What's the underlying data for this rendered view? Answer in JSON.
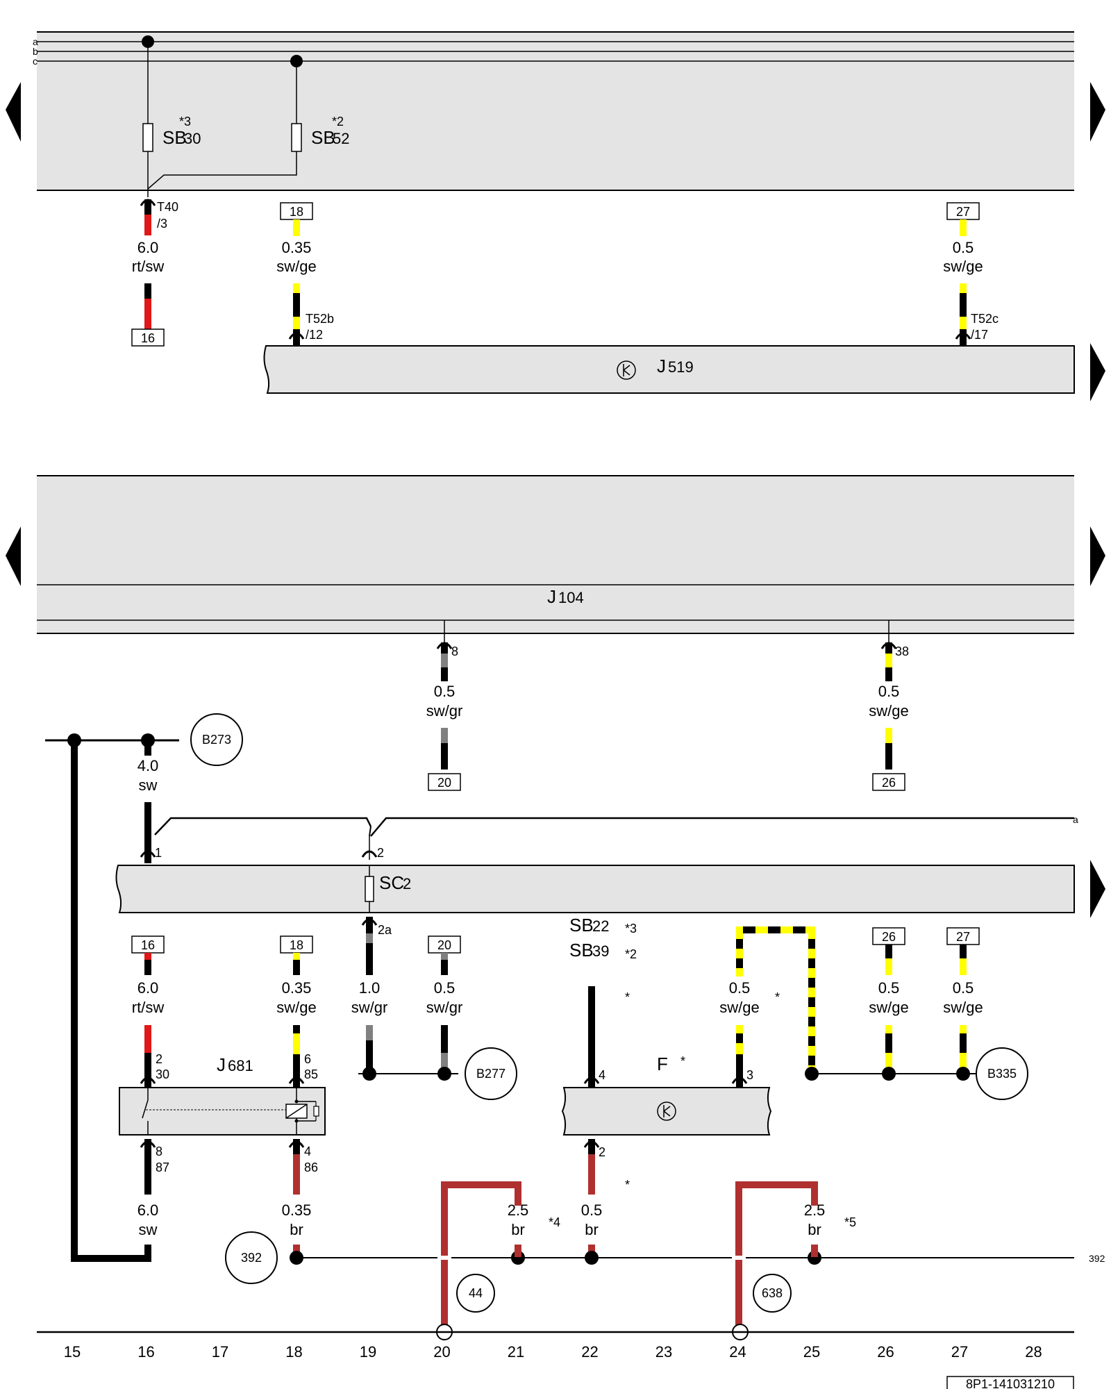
{
  "rails": [
    "a",
    "b",
    "c"
  ],
  "rail_a_tag": "a",
  "fuses": [
    {
      "code": "SB",
      "sub": "30",
      "note": "*3"
    },
    {
      "code": "SB",
      "sub": "52",
      "note": "*2"
    }
  ],
  "fuse_SC": {
    "code": "SC",
    "sub": "2"
  },
  "fuse_list": [
    {
      "code": "SB",
      "sub": "22",
      "note": "*3"
    },
    {
      "code": "SB",
      "sub": "39",
      "note": "*2"
    }
  ],
  "units": {
    "j519": {
      "code": "J",
      "sub": "519"
    },
    "j104": {
      "code": "J",
      "sub": "104"
    },
    "j681": {
      "code": "J",
      "sub": "681"
    },
    "f": {
      "code": "F",
      "note": "*"
    }
  },
  "connectors": {
    "t40_a": "T40",
    "t40_b": "/3",
    "t52b_a": "T52b",
    "t52b_b": "/12",
    "t52c_a": "T52c",
    "t52c_b": "/17",
    "j104_p8": "8",
    "j104_p38": "38",
    "sc_p1": "1",
    "sc_p2": "2",
    "sc_p2a": "2a",
    "j681_p2": "2",
    "j681_p30": "30",
    "j681_p6": "6",
    "j681_p85": "85",
    "j681_p8": "8",
    "j681_p87": "87",
    "j681_p4": "4",
    "j681_p86": "86",
    "f_p4": "4",
    "f_p3": "3",
    "f_p2": "2"
  },
  "wires": [
    {
      "id": "w16a",
      "size": "6.0",
      "color": "rt/sw"
    },
    {
      "id": "w18a",
      "size": "0.35",
      "color": "sw/ge"
    },
    {
      "id": "w27a",
      "size": "0.5",
      "color": "sw/ge"
    },
    {
      "id": "w20b",
      "size": "0.5",
      "color": "sw/gr"
    },
    {
      "id": "w26b",
      "size": "0.5",
      "color": "sw/ge"
    },
    {
      "id": "w16c",
      "size": "4.0",
      "color": "sw"
    },
    {
      "id": "w16d",
      "size": "6.0",
      "color": "rt/sw"
    },
    {
      "id": "w18d",
      "size": "0.35",
      "color": "sw/ge"
    },
    {
      "id": "w19d",
      "size": "1.0",
      "color": "sw/gr"
    },
    {
      "id": "w20d",
      "size": "0.5",
      "color": "sw/gr"
    },
    {
      "id": "w23d",
      "size": "0.5",
      "color": "sw/ge"
    },
    {
      "id": "w26d",
      "size": "0.5",
      "color": "sw/ge"
    },
    {
      "id": "w27d",
      "size": "0.5",
      "color": "sw/ge"
    },
    {
      "id": "w16e",
      "size": "6.0",
      "color": "sw"
    },
    {
      "id": "w18e",
      "size": "0.35",
      "color": "br"
    },
    {
      "id": "w21e",
      "size": "2.5",
      "color": "br"
    },
    {
      "id": "w22e",
      "size": "0.5",
      "color": "br"
    },
    {
      "id": "w25e",
      "size": "2.5",
      "color": "br"
    }
  ],
  "refs": {
    "r18a": "18",
    "r27a": "27",
    "r16a": "16",
    "r20b": "20",
    "r26b": "26",
    "r16d": "16",
    "r18d": "18",
    "r20d": "20",
    "r26d": "26",
    "r27d": "27"
  },
  "circles": {
    "b273": "B273",
    "b277": "B277",
    "b335": "B335",
    "c392": "392",
    "c44": "44",
    "c638": "638"
  },
  "notes": {
    "n4": "*4",
    "n5": "*5",
    "star": "*"
  },
  "edge_392": "392",
  "grid": [
    "15",
    "16",
    "17",
    "18",
    "19",
    "20",
    "21",
    "22",
    "23",
    "24",
    "25",
    "26",
    "27",
    "28"
  ],
  "doc_id": "8P1-141031210",
  "colors": {
    "panel": "#e4e4e4",
    "red": "#e01818",
    "yellow": "#ffff00",
    "grey": "#808080",
    "brown": "#b03030"
  }
}
